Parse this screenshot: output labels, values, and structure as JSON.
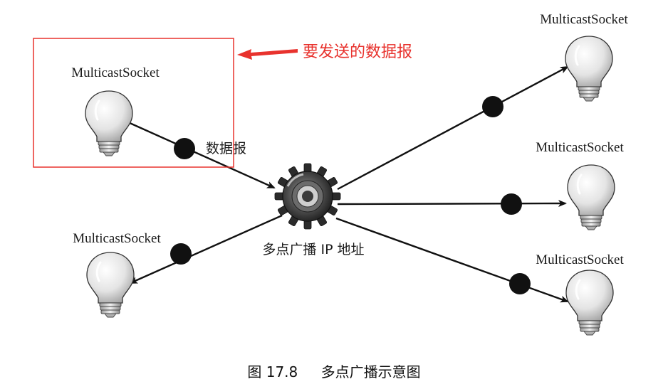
{
  "source_socket": {
    "label": "MulticastSocket"
  },
  "receivers": [
    {
      "label": "MulticastSocket"
    },
    {
      "label": "MulticastSocket"
    },
    {
      "label": "MulticastSocket"
    },
    {
      "label": "MulticastSocket"
    }
  ],
  "datagram_label": "数据报",
  "hub_label": "多点广播 IP 地址",
  "annotation": {
    "text": "要发送的数据报",
    "color": "#e8322d"
  },
  "caption": {
    "figure_number": "图 17.8",
    "title": "多点广播示意图"
  }
}
